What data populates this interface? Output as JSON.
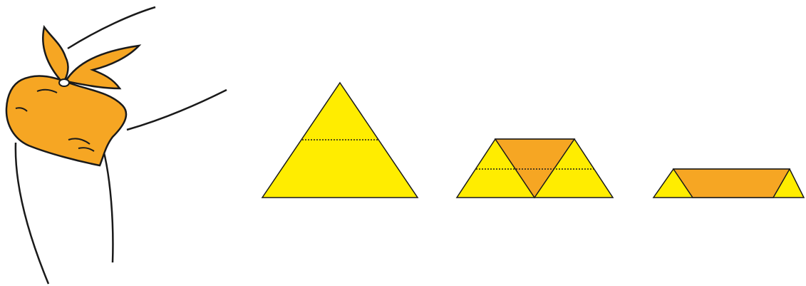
{
  "figure": {
    "panels": [
      {
        "name": "head-bandage-illustration"
      },
      {
        "name": "triangle-bandage-unfolded"
      },
      {
        "name": "triangle-bandage-folded-once"
      },
      {
        "name": "triangle-bandage-folded-twice"
      }
    ],
    "colors": {
      "bandage_light": "#ffed00",
      "bandage_dark": "#f6a623",
      "outline": "#1a1a1a",
      "background": "#ffffff"
    }
  }
}
